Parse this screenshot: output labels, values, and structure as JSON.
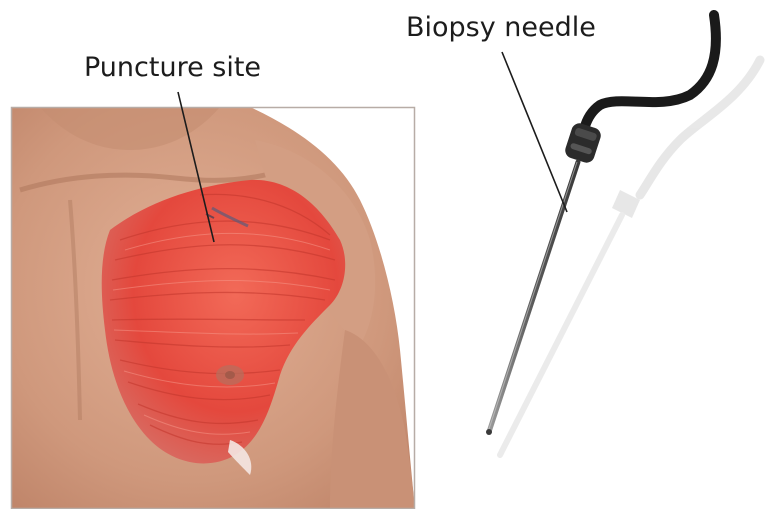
{
  "labels": {
    "puncture_site": "Puncture site",
    "biopsy_needle": "Biopsy needle"
  },
  "colors": {
    "muscle": "#e4483d",
    "skin": "#d9a387",
    "frame": "#b7aca6",
    "needle_shaft": "#6e6e6e",
    "cable": "#1a1a1a",
    "leader_line": "#1c1c1c"
  },
  "figure": {
    "subject": "chest-shoulder-illustration",
    "instrument": "biopsy-needle-illustration"
  }
}
